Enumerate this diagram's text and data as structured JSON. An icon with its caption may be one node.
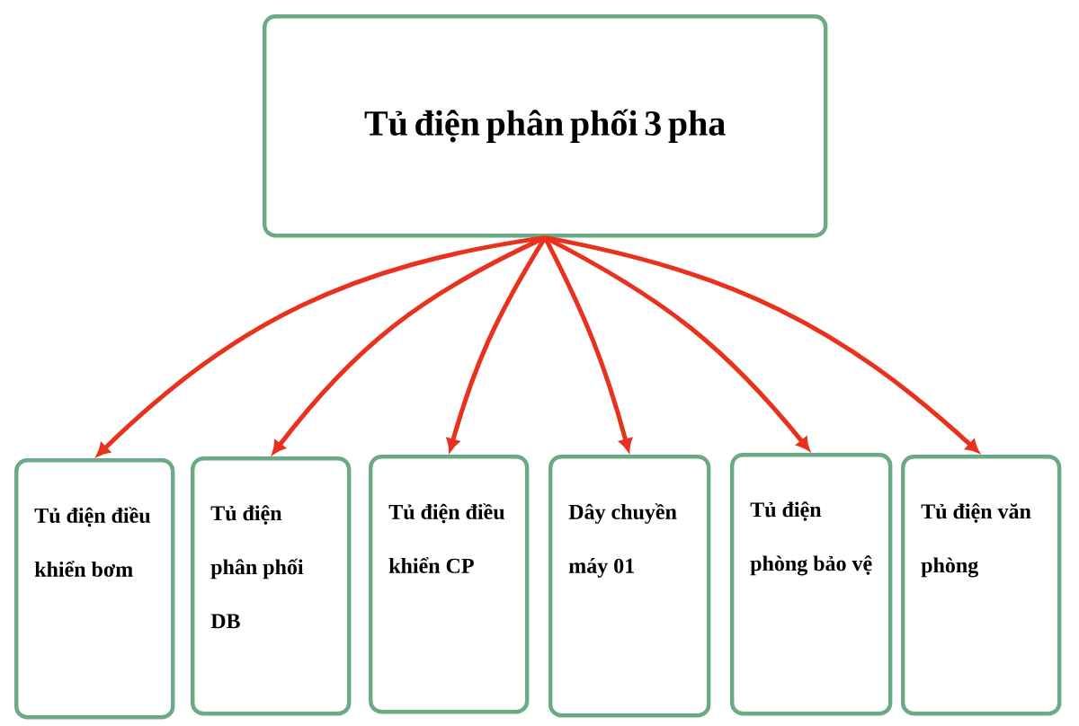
{
  "diagram": {
    "nodes": [
      {
        "text": [
          "Tủ điện phân phối 3 pha"
        ]
      },
      {
        "text": [
          "Tủ điện điều khiển bơm"
        ]
      },
      {
        "text": [
          "Tủ điện phân phối DB"
        ]
      },
      {
        "text": [
          "Tủ điện điều khiển CP"
        ]
      },
      {
        "text": [
          "Dây chuyền máy 01"
        ]
      },
      {
        "text": [
          "Tủ điện phòng bảo vệ"
        ]
      },
      {
        "text": [
          "Tủ điện văn phòng"
        ]
      }
    ],
    "edges": [
      {
        "from": 0,
        "to": 1,
        "arrow": "to"
      },
      {
        "from": 0,
        "to": 2,
        "arrow": "to"
      },
      {
        "from": 0,
        "to": 3,
        "arrow": "to"
      },
      {
        "from": 0,
        "to": 4,
        "arrow": "to"
      },
      {
        "from": 0,
        "to": 5,
        "arrow": "to"
      },
      {
        "from": 0,
        "to": 6,
        "arrow": "to"
      }
    ]
  }
}
